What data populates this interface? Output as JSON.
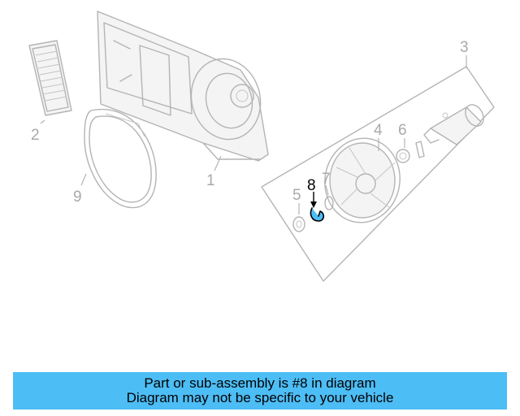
{
  "diagram": {
    "highlight_color": "#4dbdf5",
    "highlighted_part": "8",
    "callouts": {
      "c1": "1",
      "c2": "2",
      "c3": "3",
      "c4": "4",
      "c5": "5",
      "c6": "6",
      "c7": "7",
      "c8": "8",
      "c9": "9"
    }
  },
  "banner": {
    "line1": "Part or sub-assembly is #8 in diagram",
    "line2": "Diagram may not be specific to your vehicle",
    "background": "#4dbdf5"
  }
}
